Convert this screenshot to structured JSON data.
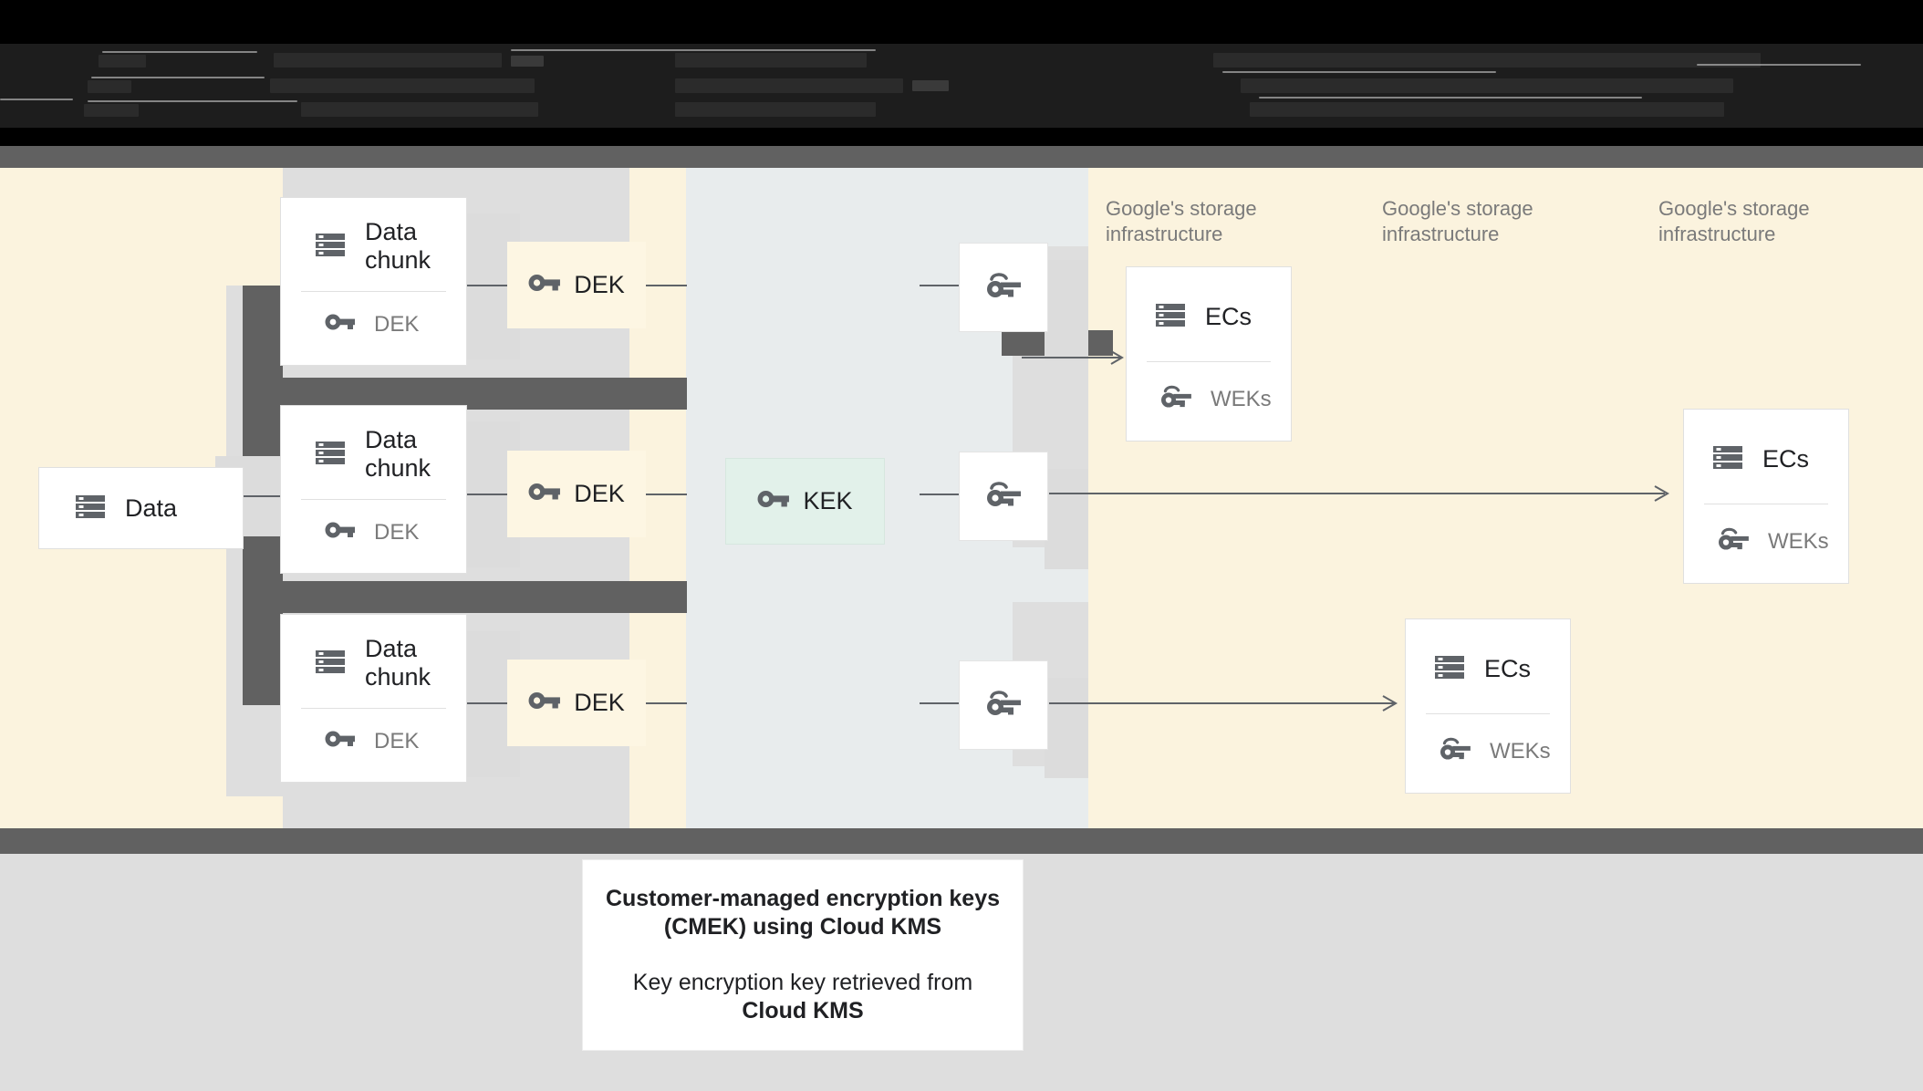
{
  "header": {
    "masked": true,
    "note": "obscured dark-on-black text band",
    "partial_fragments": [
      "Data is chunked and each chunk is encrypted with a data encryption key (DEK)",
      "DEKs are wrapped with a key encryption key (KEK)",
      "Encrypted chunks and wrapped keys are distributed and stored in Google's storage infrastructure"
    ]
  },
  "diagram": {
    "source": {
      "label": "Data",
      "icon": "server-stack-icon"
    },
    "chunks": [
      {
        "title": "Data chunk",
        "key_label": "DEK",
        "icon": "server-stack-icon",
        "key_icon": "key-icon"
      },
      {
        "title": "Data chunk",
        "key_label": "DEK",
        "icon": "server-stack-icon",
        "key_icon": "key-icon"
      },
      {
        "title": "Data chunk",
        "key_label": "DEK",
        "icon": "server-stack-icon",
        "key_icon": "key-icon"
      }
    ],
    "deks": [
      {
        "label": "DEK",
        "icon": "key-icon"
      },
      {
        "label": "DEK",
        "icon": "key-icon"
      },
      {
        "label": "DEK",
        "icon": "key-icon"
      }
    ],
    "kek": {
      "label": "KEK",
      "icon": "key-icon"
    },
    "wrapped_keys": [
      {
        "icon": "wrapped-key-icon"
      },
      {
        "icon": "wrapped-key-icon"
      },
      {
        "icon": "wrapped-key-icon"
      }
    ],
    "infra_labels": [
      "Google's storage\ninfrastructure",
      "Google's storage\ninfrastructure",
      "Google's storage\ninfrastructure"
    ],
    "storage_cards": [
      {
        "title": "ECs",
        "key_label": "WEKs",
        "icon": "server-stack-icon",
        "key_icon": "wrapped-key-icon"
      },
      {
        "title": "ECs",
        "key_label": "WEKs",
        "icon": "server-stack-icon",
        "key_icon": "wrapped-key-icon"
      },
      {
        "title": "ECs",
        "key_label": "WEKs",
        "icon": "server-stack-icon",
        "key_icon": "wrapped-key-icon"
      }
    ]
  },
  "caption": {
    "title_line1": "Customer-managed encryption keys",
    "title_line2": "(CMEK) using Cloud KMS",
    "body_line1": "Key encryption key retrieved from",
    "body_line2": "Cloud KMS"
  },
  "colors": {
    "cream": "#FBF3DE",
    "dek_fill": "#FDF6E3",
    "kek_fill": "#E2F1EA",
    "blue_gray": "#E8ECED",
    "gray_col": "#DEDEDE",
    "mask_gray": "#616161",
    "icon_gray": "#5f6368",
    "text_dark": "#202124",
    "text_gray": "#7a7a7a"
  }
}
